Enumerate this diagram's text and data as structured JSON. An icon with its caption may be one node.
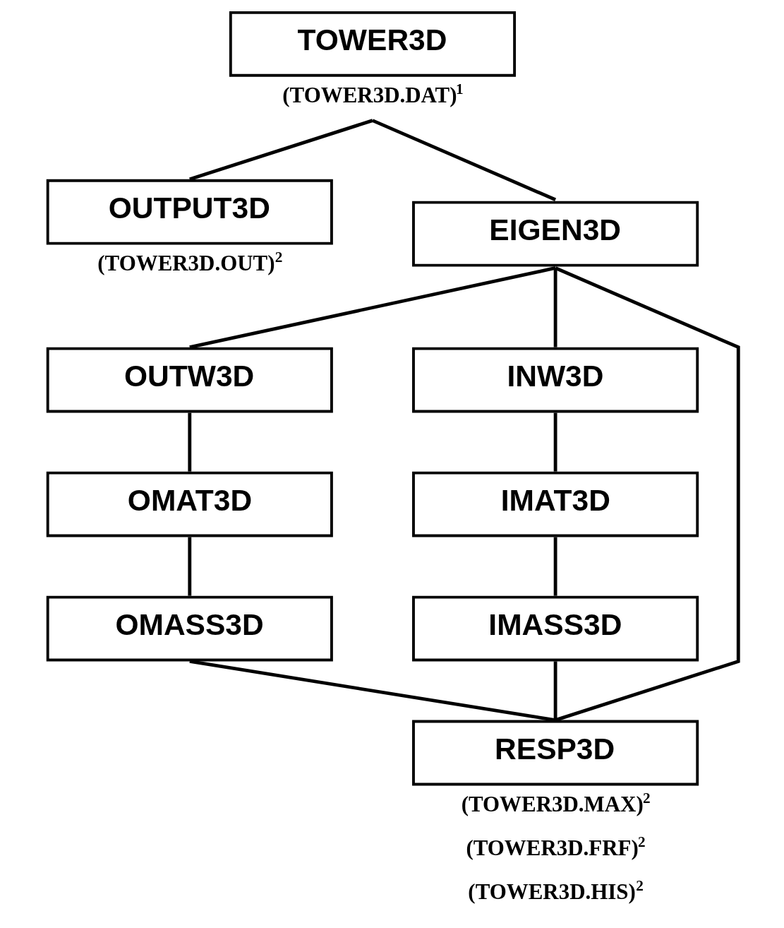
{
  "diagram": {
    "nodes": [
      {
        "text": [
          "TOWER3D"
        ],
        "beside": [
          "(TOWER3D.DAT)$^{1}$"
        ]
      },
      {
        "text": [
          "OUTPUT3D"
        ],
        "beside": [
          "(TOWER3D.OUT)$^{2}$"
        ]
      },
      {
        "text": [
          "EIGEN3D"
        ]
      },
      {
        "text": [
          "OUTW3D"
        ]
      },
      {
        "text": [
          "INW3D"
        ]
      },
      {
        "text": [
          "OMAT3D"
        ]
      },
      {
        "text": [
          "IMAT3D"
        ]
      },
      {
        "text": [
          "OMASS3D"
        ]
      },
      {
        "text": [
          "IMASS3D"
        ]
      },
      {
        "text": [
          "RESP3D"
        ],
        "beside": [
          "(TOWER3D.MAX)$^{2}$",
          "(TOWER3D.FRF)$^{2}$",
          "(TOWER3D.HIS)$^{2}$"
        ]
      }
    ],
    "edges": [
      {
        "from": 0,
        "to": 2,
        "arrow": "none"
      },
      {
        "from": 0,
        "to": 1,
        "arrow": "none"
      },
      {
        "from": 2,
        "to": 3,
        "arrow": "none"
      },
      {
        "from": 2,
        "to": 4,
        "arrow": "none"
      },
      {
        "from": 2,
        "to": 9,
        "arrow": "none"
      },
      {
        "from": 3,
        "to": 5,
        "arrow": "none"
      },
      {
        "from": 5,
        "to": 7,
        "arrow": "none"
      },
      {
        "from": 4,
        "to": 6,
        "arrow": "none"
      },
      {
        "from": 6,
        "to": 8,
        "arrow": "none"
      },
      {
        "from": 7,
        "to": 9,
        "arrow": "none"
      },
      {
        "from": 8,
        "to": 9,
        "arrow": "none"
      }
    ]
  }
}
